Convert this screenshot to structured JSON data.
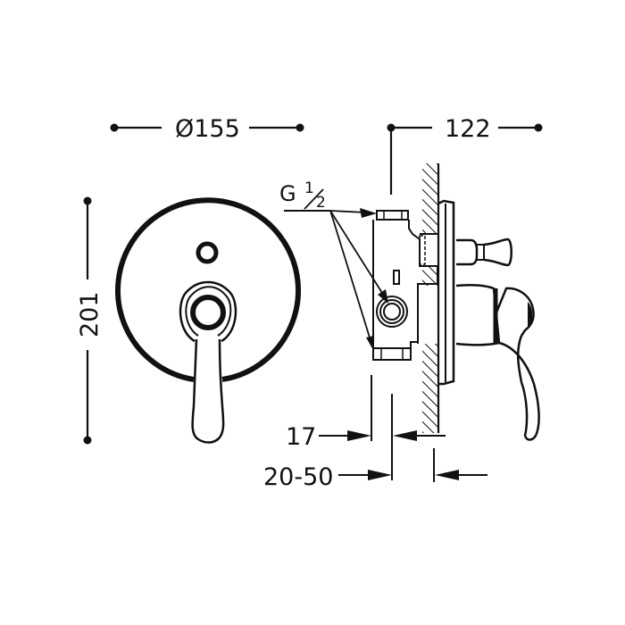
{
  "drawing": {
    "title": "Concealed bath/shower mixer dimension drawing",
    "units": "mm",
    "stroke_color": "#111111",
    "background": "#ffffff"
  },
  "dimensions": {
    "faceplate_diameter": "Ø155",
    "total_height": "201",
    "projection_depth": "122",
    "body_offset": "17",
    "wall_depth_range": "20-50"
  },
  "labels": {
    "thread_size_prefix": "G",
    "thread_size_num": "1",
    "thread_size_den": "2"
  },
  "views": {
    "front": "front-view-faceplate-with-lever",
    "side": "side-view-in-wall-section"
  }
}
